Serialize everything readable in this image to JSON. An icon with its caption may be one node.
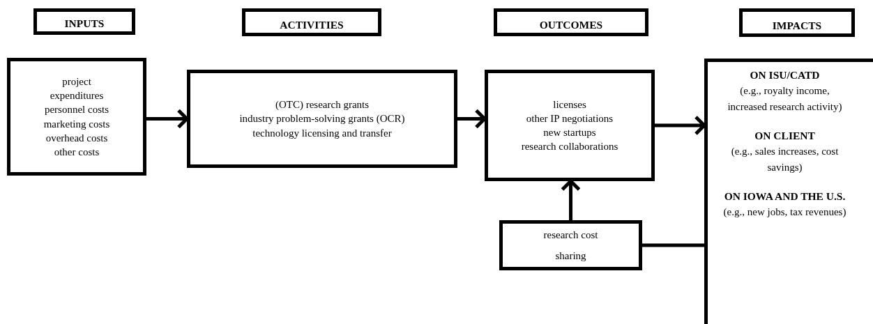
{
  "diagram": {
    "nodes": [
      {
        "text": [
          "INPUTS"
        ]
      },
      {
        "text": [
          "ACTIVITIES"
        ]
      },
      {
        "text": [
          "OUTCOMES"
        ]
      },
      {
        "text": [
          "IMPACTS"
        ]
      },
      {
        "text": [
          "project expenditures",
          "personnel costs",
          "marketing costs",
          "overhead costs",
          "other costs"
        ]
      },
      {
        "text": [
          "(OTC) research grants",
          "industry problem-solving grants (OCR)",
          "technology licensing and transfer"
        ]
      },
      {
        "text": [
          "licenses",
          "other IP negotiations",
          "new startups",
          "research collaborations"
        ]
      },
      {
        "text": [
          "ON ISU/CATD",
          "(e.g., royalty income, increased research activity)",
          "ON CLIENT",
          "(e.g., sales increases, cost savings)",
          "ON IOWA AND THE U.S.",
          "(e.g., new jobs, tax revenues)"
        ]
      },
      {
        "text": [
          "research cost sharing"
        ]
      }
    ],
    "edges": [
      {
        "from": 4,
        "to": 5,
        "arrow": "to"
      },
      {
        "from": 5,
        "to": 6,
        "arrow": "to"
      },
      {
        "from": 6,
        "to": 7,
        "arrow": "to"
      },
      {
        "from": 8,
        "to": 6,
        "arrow": "to"
      },
      {
        "from": 8,
        "to": 7,
        "arrow": "none"
      }
    ]
  }
}
